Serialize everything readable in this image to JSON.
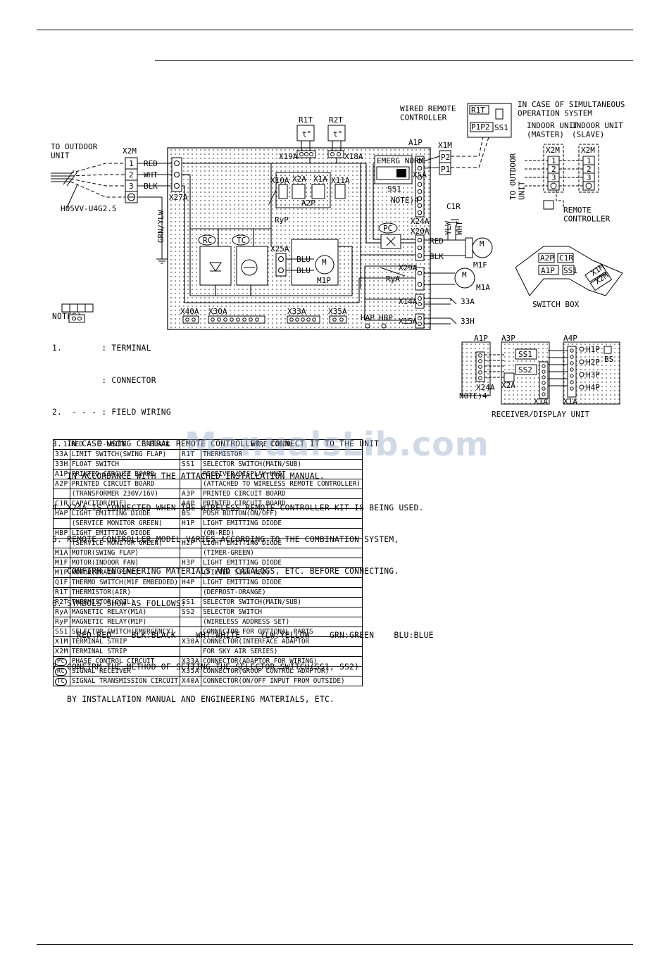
{
  "diagram": {
    "to_outdoor_unit": "TO OUTDOOR\nUNIT",
    "x2m": "X2M",
    "cable": "H05VV-U4G2.5",
    "grn_ylw": "GRN/YLW",
    "term_nums": [
      "1",
      "2",
      "3"
    ],
    "wire_colors": [
      "RED",
      "WHT",
      "BLK"
    ],
    "x27a": "X27A",
    "r1t": "R1T",
    "r2t": "R2T",
    "x19a": "X19A",
    "x18a": "X18A",
    "x10a": "X10A",
    "x2a": "X2A",
    "x1a": "X1A",
    "x11a": "X11A",
    "a2p": "A2P",
    "ryp": "RyP",
    "rc": "RC",
    "tc": "TC",
    "x25a": "X25A",
    "blu": "BLU",
    "m1p": "M1P",
    "emerg_norm": "EMERG NORM",
    "ss1": "SS1",
    "note4": "NOTE)4",
    "x5a": "X5A",
    "x24a": "X24A",
    "pc": "PC",
    "x20a": "X20A",
    "x29a": "X29A",
    "rya": "RyA",
    "x14a": "X14A",
    "x15a": "X15A",
    "x40a": "X40A",
    "x30a": "X30A",
    "x33a": "X33A",
    "x35a": "X35A",
    "hap": "HAP",
    "hbp": "HBP",
    "a1p": "A1P",
    "wired_remote": "WIRED REMOTE\nCONTROLLER",
    "x1m": "X1M",
    "p1": "P1",
    "p2": "P2",
    "c1r": "C1R",
    "ylw": "YLW",
    "wht": "WHT",
    "red": "RED",
    "blk": "BLK",
    "m1f": "M1F",
    "m1a": "M1A",
    "s33a": "33A",
    "s33h": "33H",
    "simultaneous": "IN CASE OF SIMULTANEOUS\nOPERATION SYSTEM",
    "indoor_master": "INDOOR UNIT\n(MASTER)",
    "indoor_slave": "INDOOR UNIT\n(SLAVE)",
    "to_outdoor_vert": "TO OUTDOOR\nUNIT",
    "remote_controller": "REMOTE\nCONTROLLER",
    "switch_box": "SWITCH BOX",
    "a3p": "A3P",
    "a4p": "A4P",
    "ss2": "SS2",
    "bs": "BS",
    "h1p": "H1P",
    "h2p": "H2P",
    "h3p": "H3P",
    "h4p": "H4P",
    "receiver_display": "RECEIVER/DISPLAY UNIT",
    "m": "M"
  },
  "notes": [
    "NOTES)",
    "1.        : TERMINAL",
    "          : CONNECTOR",
    "2.  - - - : FIELD WIRING",
    "3. IN CASE USING CENTRAL REMOTE CONTROLLER, CONNECT IT TO THE UNIT",
    "   IN ACCORDANCE WITH THE ATTACHED INSTALLATION MANUAL.",
    "4. X24A IS CONNECTED WHEN THE WIRELESS REMOTE CONTROLLER KIT IS BEING USED.",
    "5. REMOTE CONTROLLER MODEL VARIES ACCORDING TO THE COMBINATION SYSTEM,",
    "   CONFIRM ENGINEERING MATERIALS AND CATALOGS, ETC. BEFORE CONNECTING.",
    "6. SYMBOLS SHOW AS FOLLOWS:",
    "     RED:RED    BLK:BLACK    WHT:WHITE    YLW:YELLOW    GRN:GREEN    BLU:BLUE",
    "7. CONFIRM THE METHOD OF SETTING THE SELECTOR SWITCH(SS1, SS2)",
    "   BY INSTALLATION MANUAL AND ENGINEERING MATERIALS, ETC."
  ],
  "legend": {
    "header_left": [
      "1-RED",
      "2-WHITE",
      "3-BLACK"
    ],
    "header_right": "WIRE COLOR",
    "rows": [
      [
        "33A",
        "LIMIT SWITCH(SWING FLAP)",
        "R1T",
        "THERMISTOR"
      ],
      [
        "33H",
        "FLOAT SWITCH",
        "SS1",
        "SELECTOR SWITCH(MAIN/SUB)"
      ],
      [
        "A1P",
        "PRINTED CIRCUIT BOARD",
        "",
        "RECEIVER/DISPLAY UNIT"
      ],
      [
        "A2P",
        "PRINTED CIRCUIT BOARD",
        "",
        "(ATTACHED TO WIRELESS REMOTE CONTROLLER)"
      ],
      [
        "",
        "(TRANSFORMER 230V/16V)",
        "A3P",
        "PRINTED CIRCUIT BOARD"
      ],
      [
        "C1R",
        "CAPACITOR(M1F)",
        "A4P",
        "PRINTED CIRCUIT BOARD"
      ],
      [
        "HAP",
        "LIGHT EMITTING DIODE",
        "BS",
        "PUSH BUTTON(ON/OFF)"
      ],
      [
        "",
        "(SERVICE MONITOR GREEN)",
        "H1P",
        "LIGHT EMITTING DIODE"
      ],
      [
        "HBP",
        "LIGHT EMITTING DIODE",
        "",
        "(ON-RED)"
      ],
      [
        "",
        "(SERVICE MONITOR GREEN)",
        "H2P",
        "LIGHT EMITTING DIODE"
      ],
      [
        "M1A",
        "MOTOR(SWING FLAP)",
        "",
        "(TIMER-GREEN)"
      ],
      [
        "M1F",
        "MOTOR(INDOOR FAN)",
        "H3P",
        "LIGHT EMITTING DIODE"
      ],
      [
        "M1P",
        "MOTOR(DRAIN PUMP)",
        "",
        "(FILTER SIGN-RED)"
      ],
      [
        "Q1F",
        "THERMO SWITCH(M1F EMBEDDED)",
        "H4P",
        "LIGHT EMITTING DIODE"
      ],
      [
        "R1T",
        "THERMISTOR(AIR)",
        "",
        "(DEFROST-ORANGE)"
      ],
      [
        "R2T",
        "THERMISTOR(COIL)",
        "SS1",
        "SELECTOR SWITCH(MAIN/SUB)"
      ],
      [
        "RyA",
        "MAGNETIC RELAY(M1A)",
        "SS2",
        "SELECTOR SWITCH"
      ],
      [
        "RyP",
        "MAGNETIC RELAY(M1P)",
        "",
        "(WIRELESS ADDRESS SET)"
      ],
      [
        "SS1",
        "SELECTOR SWITCH(EMERGENCY)",
        "",
        "CONNECTOR FOR OPTIONAL PARTS"
      ],
      [
        "X1M",
        "TERMINAL STRIP",
        "X30A",
        "CONNECTOR(INTERFACE ADAPTOR"
      ],
      [
        "X2M",
        "TERMINAL STRIP",
        "",
        "FOR SKY AIR SERIES)"
      ],
      [
        "PC",
        "PHASE CONTROL CIRCUIT",
        "X33A",
        "CONNECTOR(ADAPTOR FOR WIRING)"
      ],
      [
        "RC",
        "SIGNAL RECEIVER",
        "X35A",
        "CONNECTOR(GROUP CONTROL ADAPTOR)"
      ],
      [
        "TC",
        "SIGNAL TRANSMISSION CIRCUIT",
        "X40A",
        "CONNECTOR(ON/OFF INPUT FROM OUTSIDE)"
      ]
    ]
  },
  "watermark": "ManualsLib.com"
}
